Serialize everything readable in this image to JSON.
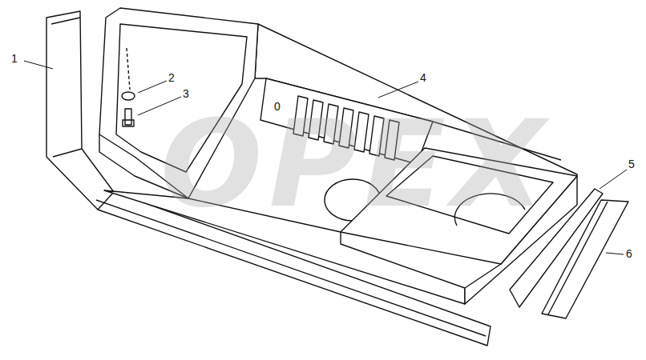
{
  "diagram": {
    "labels": [
      "1",
      "2",
      "3",
      "4",
      "5",
      "6",
      "0",
      "OPEX"
    ]
  }
}
